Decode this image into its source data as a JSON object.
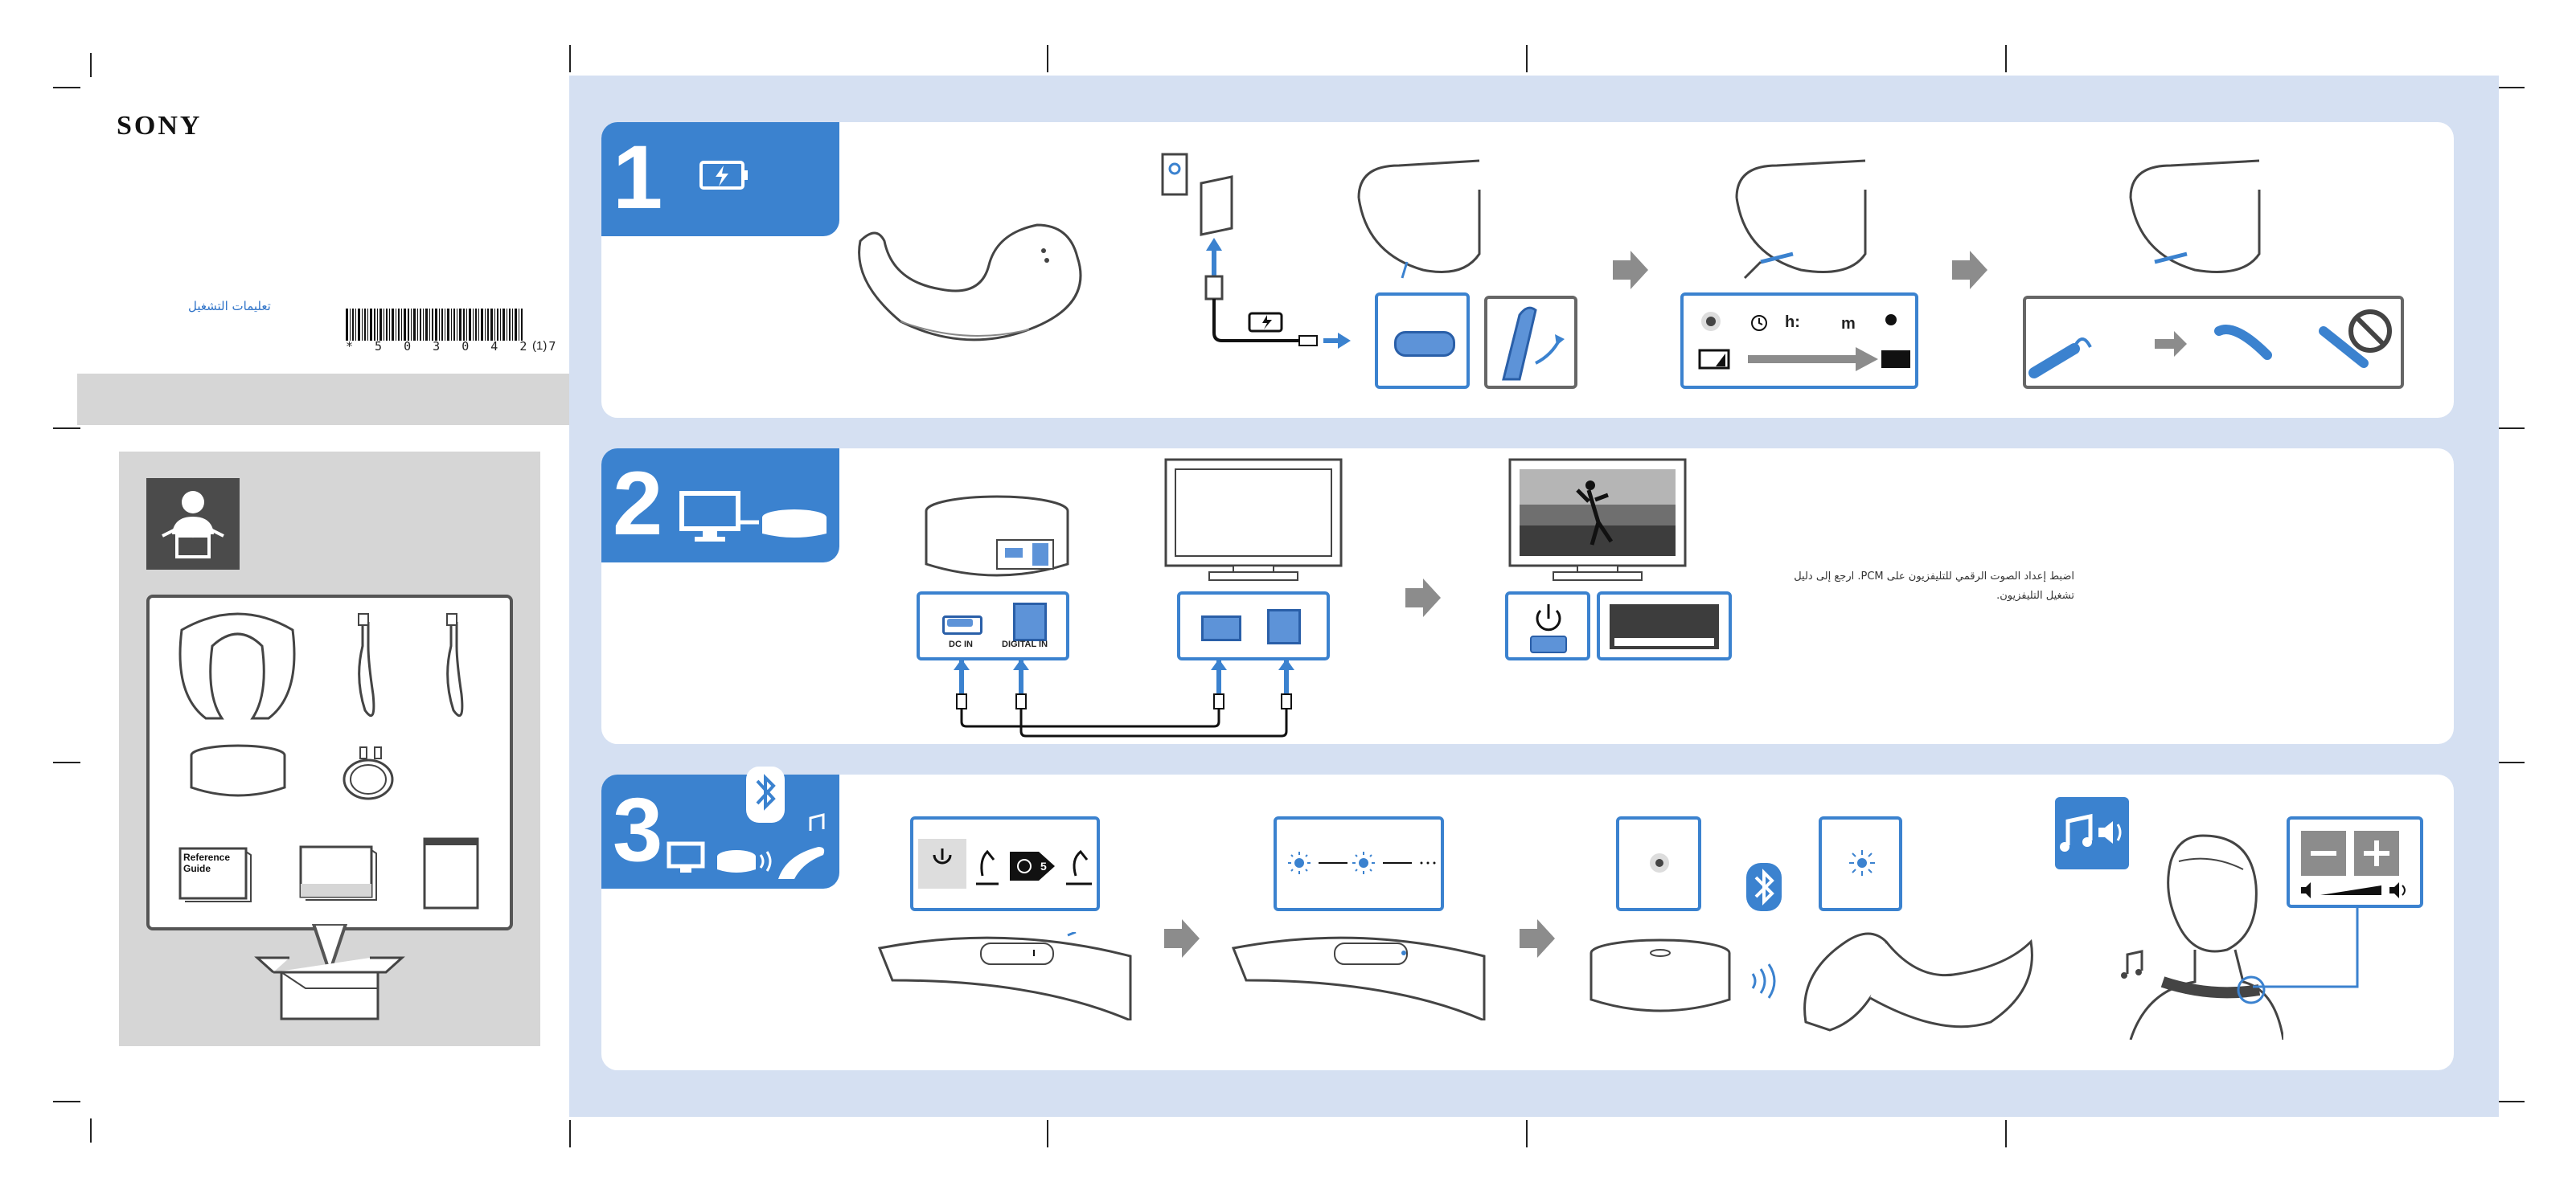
{
  "brand": "SONY",
  "cover": {
    "title_arabic": "تعليمات التشغيل",
    "barcode_number": "* 5 0 3 0 4 2 7 1 1 *",
    "edition": "(1)"
  },
  "contents": {
    "items": [
      "neckband-speaker",
      "usb-cable",
      "usb-cable",
      "transmitter",
      "optical-cable",
      "reference-guide",
      "manual",
      "manual"
    ],
    "reference_guide_label": "Reference Guide"
  },
  "steps": [
    {
      "number": "1",
      "icon": "battery-charge-icon"
    },
    {
      "number": "2",
      "icon": "tv-transmitter-icon"
    },
    {
      "number": "3",
      "icon": "bluetooth-pairing-icon"
    }
  ],
  "step1": {
    "indicator_h": "h:",
    "indicator_m": "m"
  },
  "step2": {
    "port_dc_in": "DC IN",
    "port_digital_in": "DIGITAL IN",
    "note_arabic": "اضبط إعداد الصوت الرقمي للتليفزيون على PCM. ارجع إلى دليل تشغيل التليفزيون."
  },
  "step3": {
    "hold_seconds": "5"
  },
  "colors": {
    "accent": "#3b82cf",
    "background": "#d5e0f2",
    "panel": "#ffffff",
    "grey": "#d6d6d6"
  }
}
